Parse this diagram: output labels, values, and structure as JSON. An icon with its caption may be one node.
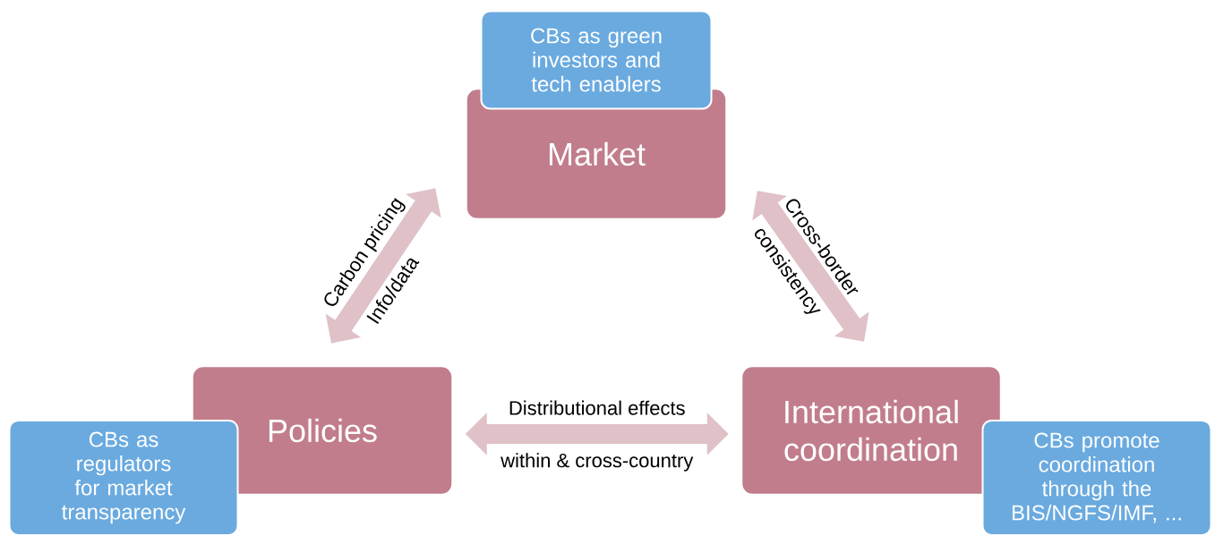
{
  "diagram": {
    "nodes": [
      {
        "text": [
          "Market"
        ]
      },
      {
        "text": [
          "CBs as green investors and tech enablers"
        ]
      },
      {
        "text": [
          "Policies"
        ]
      },
      {
        "text": [
          "CBs as regulators for market transparency"
        ]
      },
      {
        "text": [
          "International coordination"
        ]
      },
      {
        "text": [
          "CBs promote coordination through the BIS/NGFS/IMF, ..."
        ]
      }
    ],
    "edges": [
      {
        "from": 2,
        "to": 0,
        "arrow": "both",
        "label": "Carbon pricing"
      },
      {
        "from": 0,
        "to": 4,
        "arrow": "both",
        "label": "Cross-border"
      },
      {
        "from": 2,
        "to": 4,
        "arrow": "both",
        "label": "Distributional effects"
      }
    ],
    "labels": [
      "Info/data",
      "consistency",
      "within & cross-country"
    ]
  }
}
